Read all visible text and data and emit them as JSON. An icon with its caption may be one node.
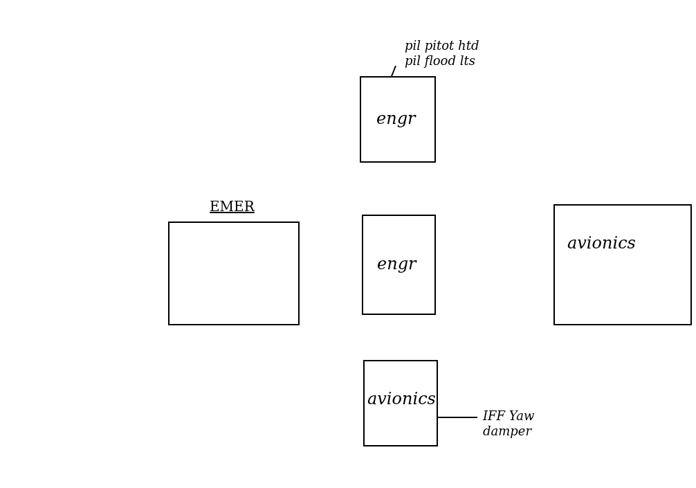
{
  "diagram": {
    "nodes": [
      {
        "text": [
          "engr"
        ]
      },
      {
        "text": [
          "pil pitot htd pil flood lts"
        ]
      },
      {
        "text": [
          "EMER"
        ]
      },
      {
        "text": [
          "engr"
        ]
      },
      {
        "text": [
          "avionics"
        ]
      },
      {
        "text": [
          "avionics"
        ]
      },
      {
        "text": [
          "IFF Yaw damper"
        ]
      }
    ],
    "edges": [
      {
        "from": 1,
        "to": 0,
        "arrow": "none"
      },
      {
        "from": 6,
        "to": 5,
        "arrow": "none"
      }
    ]
  }
}
